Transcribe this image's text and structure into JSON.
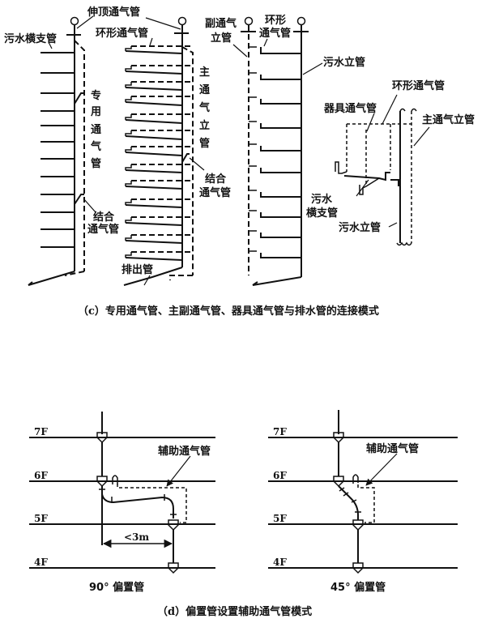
{
  "figure_c": {
    "labels": {
      "stack_vent": "伸顶通气管",
      "waste_branch": "污水横支管",
      "loop_vent": "环形通气管",
      "dedicated_vent_chars": [
        "专",
        "用",
        "通",
        "气",
        "管"
      ],
      "main_vent_chars": [
        "主",
        "通",
        "气",
        "立",
        "管"
      ],
      "yoke_vent_left_1": "结合",
      "yoke_vent_left_2": "通气管",
      "yoke_vent_right_1": "结合",
      "yoke_vent_right_2": "通气管",
      "discharge_pipe": "排出管",
      "secondary_vent_1": "副通气",
      "secondary_vent_2": "立管",
      "loop_vent_small_1": "环形",
      "loop_vent_small_2": "通气管",
      "waste_stack": "污水立管",
      "loop_vent_detail": "环形通气管",
      "fixture_vent": "器具通气管",
      "main_vent_stack": "主通气立管",
      "waste_branch_detail_1": "污水",
      "waste_branch_detail_2": "横支管",
      "waste_stack_detail": "污水立管"
    },
    "caption": "（c）专用通气管、主副通气管、器具通气管与排水管的连接模式"
  },
  "figure_d": {
    "floors": [
      "7F",
      "6F",
      "5F",
      "4F"
    ],
    "aux_vent_label": "辅助通气管",
    "offset_distance": "<3m",
    "left_title": "90°  偏置管",
    "right_title": "45°  偏置管",
    "caption": "（d）偏置管设置辅助通气管模式"
  }
}
